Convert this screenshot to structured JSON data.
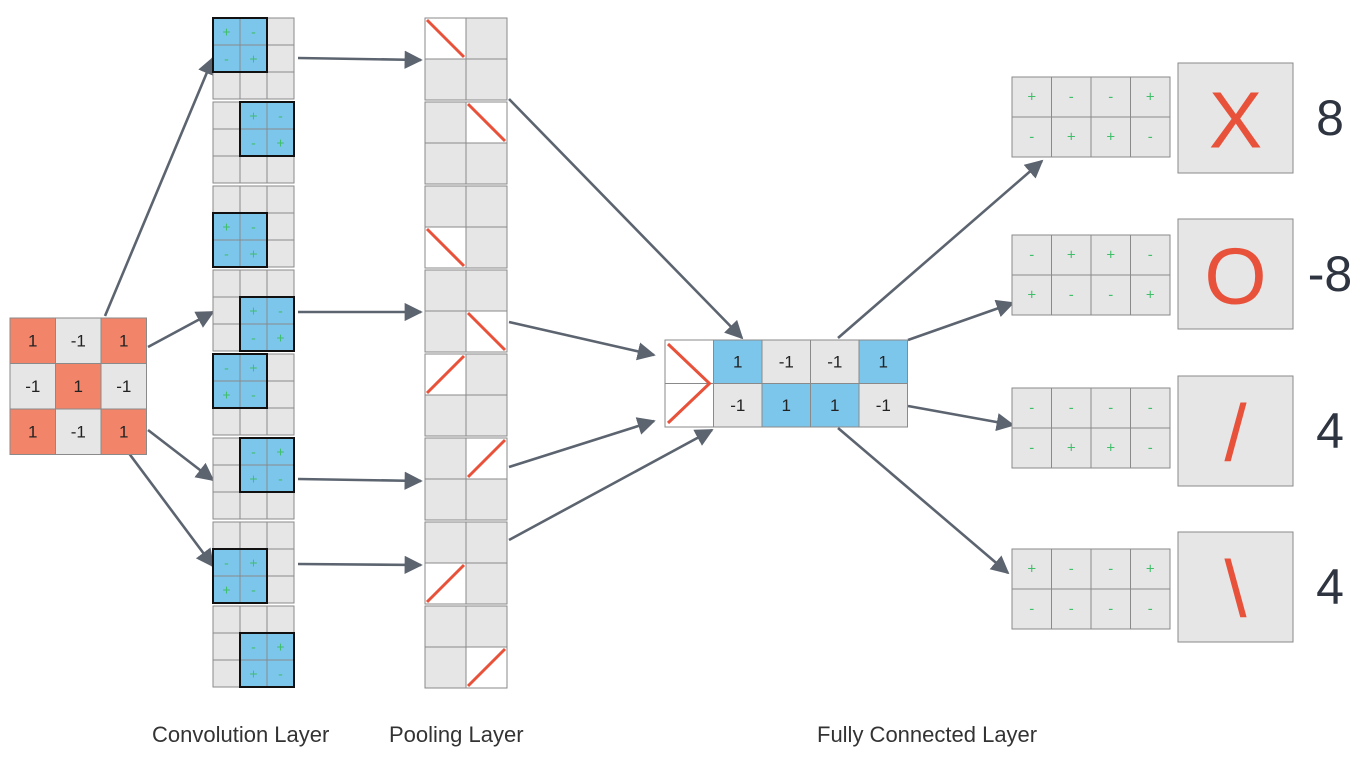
{
  "colors": {
    "cell": "#e6e6e6",
    "cell_border": "#8a8a8a",
    "orange": "#f2846a",
    "blue": "#7cc6ec",
    "sign": "#3fbf6a",
    "stroke_red": "#e8513a",
    "arrow": "#5c6470",
    "text": "#333333",
    "score_text": "#2e3440"
  },
  "input_grid": {
    "values": [
      [
        "1",
        "-1",
        "1"
      ],
      [
        "-1",
        "1",
        "-1"
      ],
      [
        "1",
        "-1",
        "1"
      ]
    ],
    "highlight": [
      [
        1,
        0,
        1
      ],
      [
        0,
        1,
        0
      ],
      [
        1,
        0,
        1
      ]
    ]
  },
  "convolution_maps": [
    {
      "row": 0,
      "col": 0,
      "signs": [
        [
          "+",
          "-"
        ],
        [
          "-",
          "+"
        ]
      ]
    },
    {
      "row": 0,
      "col": 1,
      "signs": [
        [
          "+",
          "-"
        ],
        [
          "-",
          "+"
        ]
      ]
    },
    {
      "row": 1,
      "col": 0,
      "signs": [
        [
          "+",
          "-"
        ],
        [
          "-",
          "+"
        ]
      ]
    },
    {
      "row": 1,
      "col": 1,
      "signs": [
        [
          "+",
          "-"
        ],
        [
          "-",
          "+"
        ]
      ]
    },
    {
      "row": 0,
      "col": 0,
      "signs": [
        [
          "-",
          "+"
        ],
        [
          "+",
          "-"
        ]
      ]
    },
    {
      "row": 0,
      "col": 1,
      "signs": [
        [
          "-",
          "+"
        ],
        [
          "+",
          "-"
        ]
      ]
    },
    {
      "row": 1,
      "col": 0,
      "signs": [
        [
          "-",
          "+"
        ],
        [
          "+",
          "-"
        ]
      ]
    },
    {
      "row": 1,
      "col": 1,
      "signs": [
        [
          "-",
          "+"
        ],
        [
          "+",
          "-"
        ]
      ]
    }
  ],
  "pooling_maps": [
    {
      "cell": [
        0,
        0
      ],
      "stroke": "backslash"
    },
    {
      "cell": [
        0,
        1
      ],
      "stroke": "backslash"
    },
    {
      "cell": [
        1,
        0
      ],
      "stroke": "backslash"
    },
    {
      "cell": [
        1,
        1
      ],
      "stroke": "backslash"
    },
    {
      "cell": [
        0,
        0
      ],
      "stroke": "slash"
    },
    {
      "cell": [
        0,
        1
      ],
      "stroke": "slash"
    },
    {
      "cell": [
        1,
        0
      ],
      "stroke": "slash"
    },
    {
      "cell": [
        1,
        1
      ],
      "stroke": "slash"
    }
  ],
  "fully_connected": {
    "values": [
      [
        "1",
        "-1",
        "-1",
        "1"
      ],
      [
        "-1",
        "1",
        "1",
        "-1"
      ]
    ],
    "highlight": [
      [
        1,
        0,
        0,
        1
      ],
      [
        0,
        1,
        1,
        0
      ]
    ]
  },
  "outputs": [
    {
      "weights": [
        [
          "+",
          "-",
          "-",
          "+"
        ],
        [
          "-",
          "+",
          "+",
          "-"
        ]
      ],
      "symbol": "X",
      "score": "8"
    },
    {
      "weights": [
        [
          "-",
          "+",
          "+",
          "-"
        ],
        [
          "+",
          "-",
          "-",
          "+"
        ]
      ],
      "symbol": "O",
      "score": "-8"
    },
    {
      "weights": [
        [
          "-",
          "-",
          "-",
          "-"
        ],
        [
          "-",
          "+",
          "+",
          "-"
        ]
      ],
      "symbol": "/",
      "score": "4"
    },
    {
      "weights": [
        [
          "+",
          "-",
          "-",
          "+"
        ],
        [
          "-",
          "-",
          "-",
          "-"
        ]
      ],
      "symbol": "\\",
      "score": "4"
    }
  ],
  "labels": {
    "convolution": "Convolution Layer",
    "pooling": "Pooling Layer",
    "fully_connected": "Fully Connected Layer"
  }
}
